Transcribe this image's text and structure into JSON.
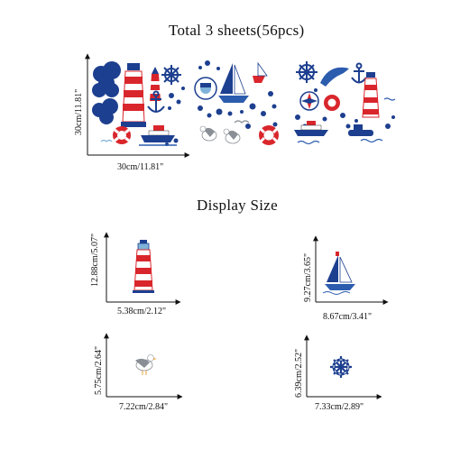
{
  "header": {
    "title": "Total 3 sheets(56pcs)"
  },
  "sheets": {
    "height_label": "30cm/11.81\"",
    "width_label": "30cm/11.81\""
  },
  "display": {
    "title": "Display Size",
    "items": [
      {
        "name": "lighthouse",
        "height_label": "12.88cm/5.07\"",
        "width_label": "5.38cm/2.12\""
      },
      {
        "name": "sailboat",
        "height_label": "9.27cm/3.65\"",
        "width_label": "8.67cm/3.41\""
      },
      {
        "name": "seagull",
        "height_label": "5.75cm/2.64\"",
        "width_label": "7.22cm/2.84\""
      },
      {
        "name": "ship-wheel",
        "height_label": "6.39cm/2.52\"",
        "width_label": "7.33cm/2.89\""
      }
    ]
  },
  "colors": {
    "red": "#d9262c",
    "navy": "#1d3f8f",
    "blue": "#2c5cae",
    "light_blue": "#7fb2d9",
    "gray": "#8a8f96"
  }
}
